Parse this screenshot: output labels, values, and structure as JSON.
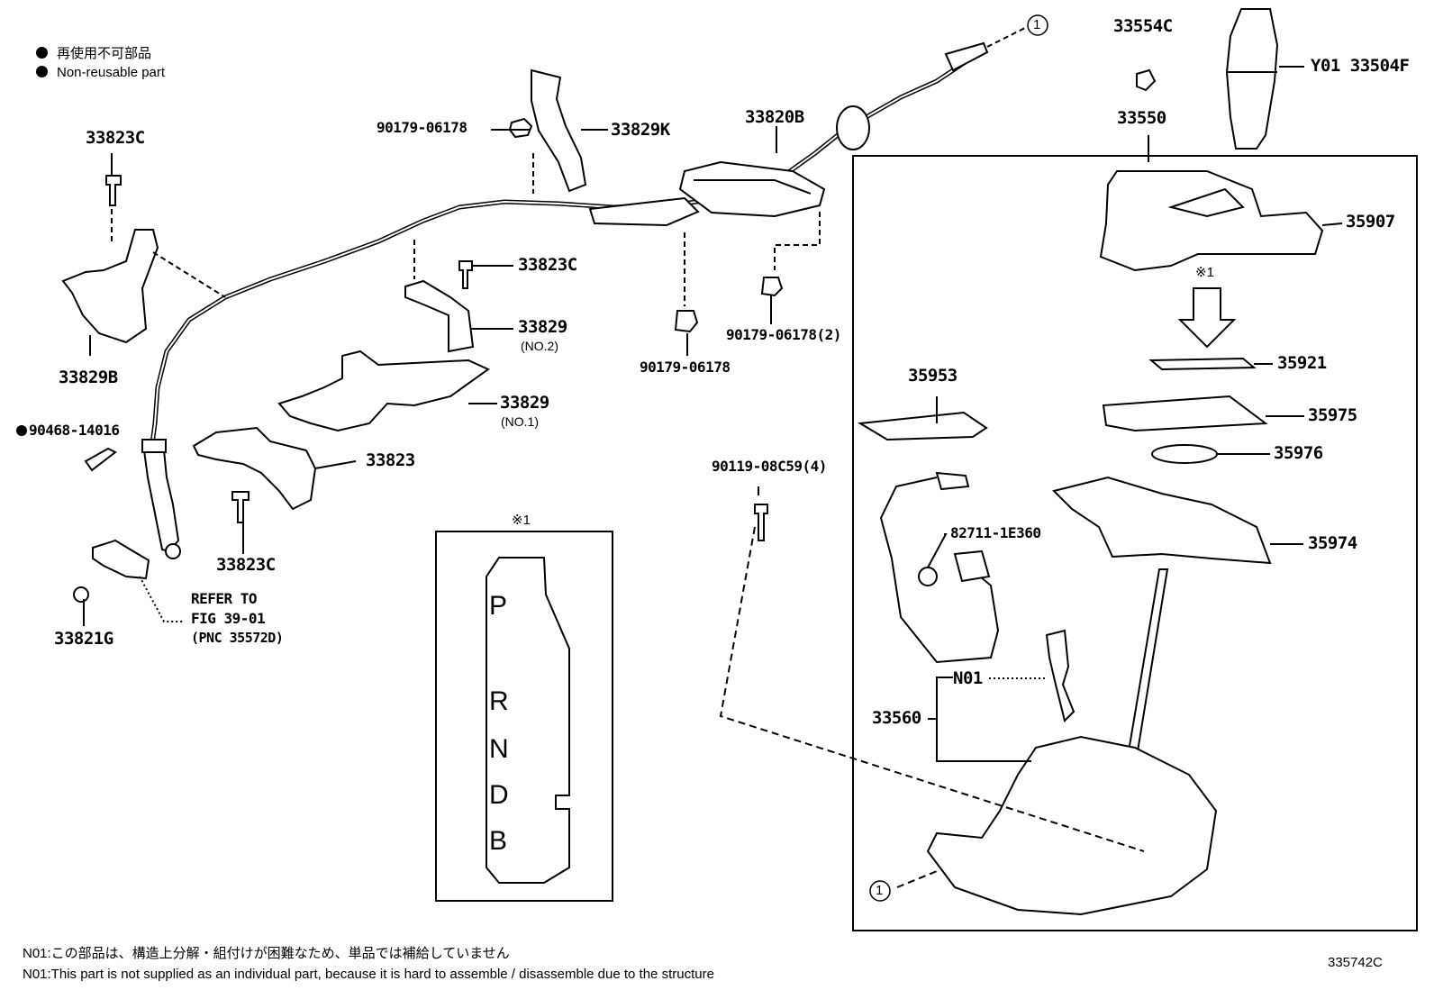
{
  "legend": {
    "jp": "再使用不可部品",
    "en": "Non-reusable part"
  },
  "callouts": {
    "circle_ref": "1",
    "p33554C": "33554C",
    "pY01": "Y01 33504F",
    "p33550": "33550",
    "p35907": "35907",
    "star1_arrow": "※1",
    "p35921": "35921",
    "p35975": "35975",
    "p35976": "35976",
    "p35974": "35974",
    "p35953": "35953",
    "p82711": "82711-1E360",
    "pN01": "N01",
    "p33560": "33560",
    "p90119": "90119-08C59(4)",
    "p33820B": "33820B",
    "p90179a": "90179-06178",
    "p33829K": "33829K",
    "p90179b": "90179-06178",
    "p90179c": "90179-06178(2)",
    "p33823Ca": "33823C",
    "p33823Cb": "33823C",
    "p33823Cc": "33823C",
    "p33829B": "33829B",
    "p33829no2": "33829",
    "no2": "(NO.2)",
    "p33829no1": "33829",
    "no1": "(NO.1)",
    "p33823": "33823",
    "p90468": "90468-14016",
    "p33821G": "33821G",
    "refer1": "REFER TO",
    "refer2": "FIG 39-01",
    "refer3": "(PNC 35572D)"
  },
  "detail": {
    "title": "※1",
    "positions": [
      "P",
      "R",
      "N",
      "D",
      "B"
    ]
  },
  "notes": {
    "jp": "N01:この部品は、構造上分解・組付けが困難なため、単品では補給していません",
    "en": "N01:This part is not supplied as an individual part, because it is hard to assemble / disassemble due to the structure"
  },
  "figure_ref": "335742C"
}
